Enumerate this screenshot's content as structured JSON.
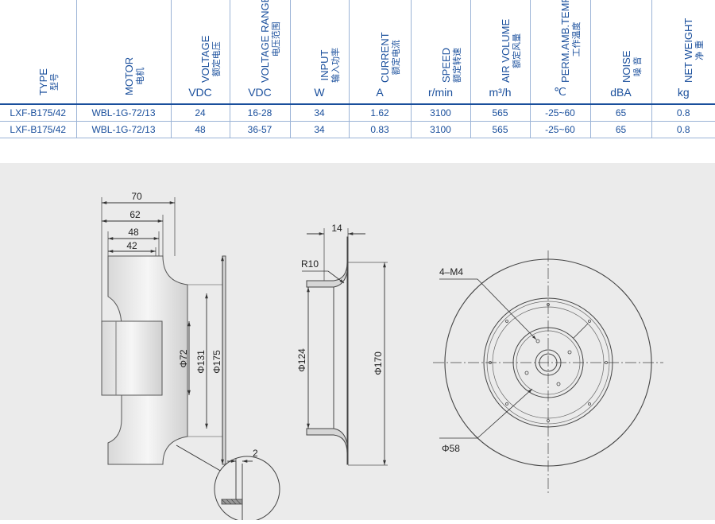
{
  "table": {
    "headers": [
      {
        "en": "TYPE",
        "cn": "型号",
        "unit": ""
      },
      {
        "en": "MOTOR",
        "cn": "电机",
        "unit": ""
      },
      {
        "en": "VOLTAGE",
        "cn": "额定电压",
        "unit": "VDC"
      },
      {
        "en": "VOLTAGE RANGE",
        "cn": "电压范围",
        "unit": "VDC"
      },
      {
        "en": "INPUT",
        "cn": "输入功率",
        "unit": "W"
      },
      {
        "en": "CURRENT",
        "cn": "额定电流",
        "unit": "A"
      },
      {
        "en": "SPEED",
        "cn": "额定转速",
        "unit": "r/min"
      },
      {
        "en": "AIR VOLUME",
        "cn": "额定风量",
        "unit": "m³/h"
      },
      {
        "en": "PERM.AMB.TEMP",
        "cn": "工作温度",
        "unit": "℃"
      },
      {
        "en": "NOISE",
        "cn": "噪 音",
        "unit": "dBA"
      },
      {
        "en": "NET WEIGHT",
        "cn": "净 重",
        "unit": "kg"
      }
    ],
    "rows": [
      [
        "LXF-B175/42",
        "WBL-1G-72/13",
        "24",
        "16-28",
        "34",
        "1.62",
        "3100",
        "565",
        "-25~60",
        "65",
        "0.8"
      ],
      [
        "LXF-B175/42",
        "WBL-1G-72/13",
        "48",
        "36-57",
        "34",
        "0.83",
        "3100",
        "565",
        "-25~60",
        "65",
        "0.8"
      ]
    ]
  },
  "drawing": {
    "side_view": {
      "dim_70": "70",
      "dim_62": "62",
      "dim_48": "48",
      "dim_42": "42",
      "dia_72": "Φ72",
      "dia_131": "Φ131",
      "dia_175": "Φ175",
      "dim_2": "2"
    },
    "section_view": {
      "dim_14": "14",
      "radius": "R10",
      "dia_124": "Φ124",
      "dia_170": "Φ170"
    },
    "front_view": {
      "holes": "4–M4",
      "dia_58": "Φ58"
    }
  },
  "colors": {
    "table_text": "#1a4f9c",
    "panel_bg": "#ebebeb"
  }
}
